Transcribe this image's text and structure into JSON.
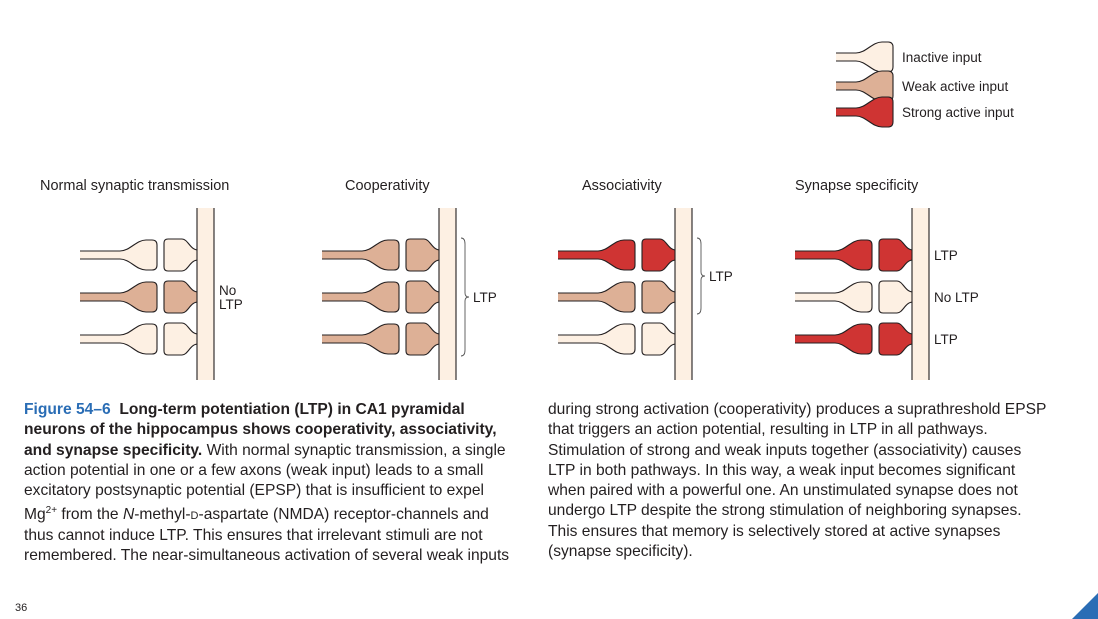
{
  "legend": {
    "items": [
      {
        "label": "Inactive input",
        "state": "inactive"
      },
      {
        "label": "Weak active input",
        "state": "weak"
      },
      {
        "label": "Strong active input",
        "state": "strong"
      }
    ]
  },
  "colors": {
    "inactive_fill": "#fdf0e3",
    "weak_fill": "#ddb096",
    "strong_fill": "#cf3433",
    "dendrite_fill": "#fdf0e3",
    "stroke": "#231f20",
    "figure_label": "#2a6db5",
    "corner_mark": "#2a6db5"
  },
  "panels": [
    {
      "title": "Normal synaptic transmission",
      "inputs": [
        "inactive",
        "weak",
        "inactive"
      ],
      "labels": [
        {
          "text": "No\nLTP",
          "row": 1
        }
      ],
      "bracket": null
    },
    {
      "title": "Cooperativity",
      "inputs": [
        "weak",
        "weak",
        "weak"
      ],
      "labels": [
        {
          "text": "LTP",
          "row": 1
        }
      ],
      "bracket": [
        0,
        2
      ]
    },
    {
      "title": "Associativity",
      "inputs": [
        "strong",
        "weak",
        "inactive"
      ],
      "labels": [
        {
          "text": "LTP",
          "row": 0.5
        }
      ],
      "bracket": [
        0,
        1
      ]
    },
    {
      "title": "Synapse specificity",
      "inputs": [
        "strong",
        "inactive",
        "strong"
      ],
      "labels": [
        {
          "text": "LTP",
          "row": 0
        },
        {
          "text": "No LTP",
          "row": 1
        },
        {
          "text": "LTP",
          "row": 2
        }
      ],
      "bracket": null
    }
  ],
  "caption": {
    "figure_label": "Figure 54–6",
    "title": "Long-term potentiation (LTP) in CA1 pyramidal neurons of the hippocampus shows cooperativity, associativity, and synapse specificity.",
    "text_1": "With normal synaptic transmission, a single action potential in one or a few axons (weak input) leads to a small excitatory postsynaptic potential (EPSP) that is insufficient to expel Mg",
    "superscript": "2+",
    "text_2": " from the ",
    "italic_n": "N",
    "text_3": "-methyl-",
    "smallcap_d": "d",
    "text_4": "-aspartate (NMDA) receptor-channels and thus cannot induce LTP. This ensures that irrelevant stimuli are not remembered. The near-simultaneous activation of several weak inputs",
    "text_right": "during strong activation (cooperativity) produces a suprathreshold EPSP that triggers an action potential, resulting in LTP in all pathways. Stimulation of strong and weak inputs together (associativity) causes LTP in both pathways. In this way, a weak input becomes significant when paired with a powerful one. An unstimulated synapse does not undergo LTP despite the strong stimulation of neighboring synapses. This ensures that memory is selectively stored at active synapses (synapse specificity)."
  },
  "page_number": "36"
}
